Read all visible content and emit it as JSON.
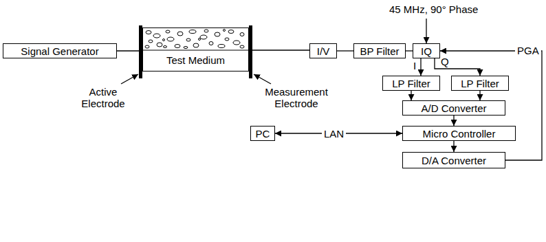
{
  "diagram": {
    "nodes": [
      {
        "text": [
          "Signal Generator"
        ]
      },
      {
        "text": [
          "Test Medium"
        ]
      },
      {
        "text": [
          "I/V"
        ]
      },
      {
        "text": [
          "BP Filter"
        ]
      },
      {
        "text": [
          "IQ"
        ]
      },
      {
        "text": [
          "LP Filter"
        ]
      },
      {
        "text": [
          "LP Filter"
        ]
      },
      {
        "text": [
          "A/D Converter"
        ]
      },
      {
        "text": [
          "PC"
        ]
      },
      {
        "text": [
          "Micro Controller"
        ]
      },
      {
        "text": [
          "D/A Converter"
        ]
      }
    ],
    "edges": [
      {
        "from": 0,
        "to": 1,
        "arrow": "none"
      },
      {
        "from": 1,
        "to": 2,
        "arrow": "none"
      },
      {
        "from": 2,
        "to": 3,
        "arrow": "none"
      },
      {
        "from": 3,
        "to": 4,
        "arrow": "none"
      },
      {
        "from": 4,
        "to": 5,
        "label": "I",
        "arrow": "to"
      },
      {
        "from": 4,
        "to": 6,
        "label": "Q",
        "arrow": "to"
      },
      {
        "from": 5,
        "to": 7,
        "arrow": "to"
      },
      {
        "from": 6,
        "to": 7,
        "arrow": "to"
      },
      {
        "from": 7,
        "to": 9,
        "arrow": "to"
      },
      {
        "from": 8,
        "to": 9,
        "label": "LAN",
        "arrow": "both"
      },
      {
        "from": 9,
        "to": 10,
        "arrow": "to"
      },
      {
        "from": 10,
        "to": 4,
        "label": "PGA",
        "arrow": "to"
      }
    ],
    "labels": [
      "45 MHz, 90° Phase",
      "Active Electrode",
      "Measurement Electrode"
    ]
  }
}
